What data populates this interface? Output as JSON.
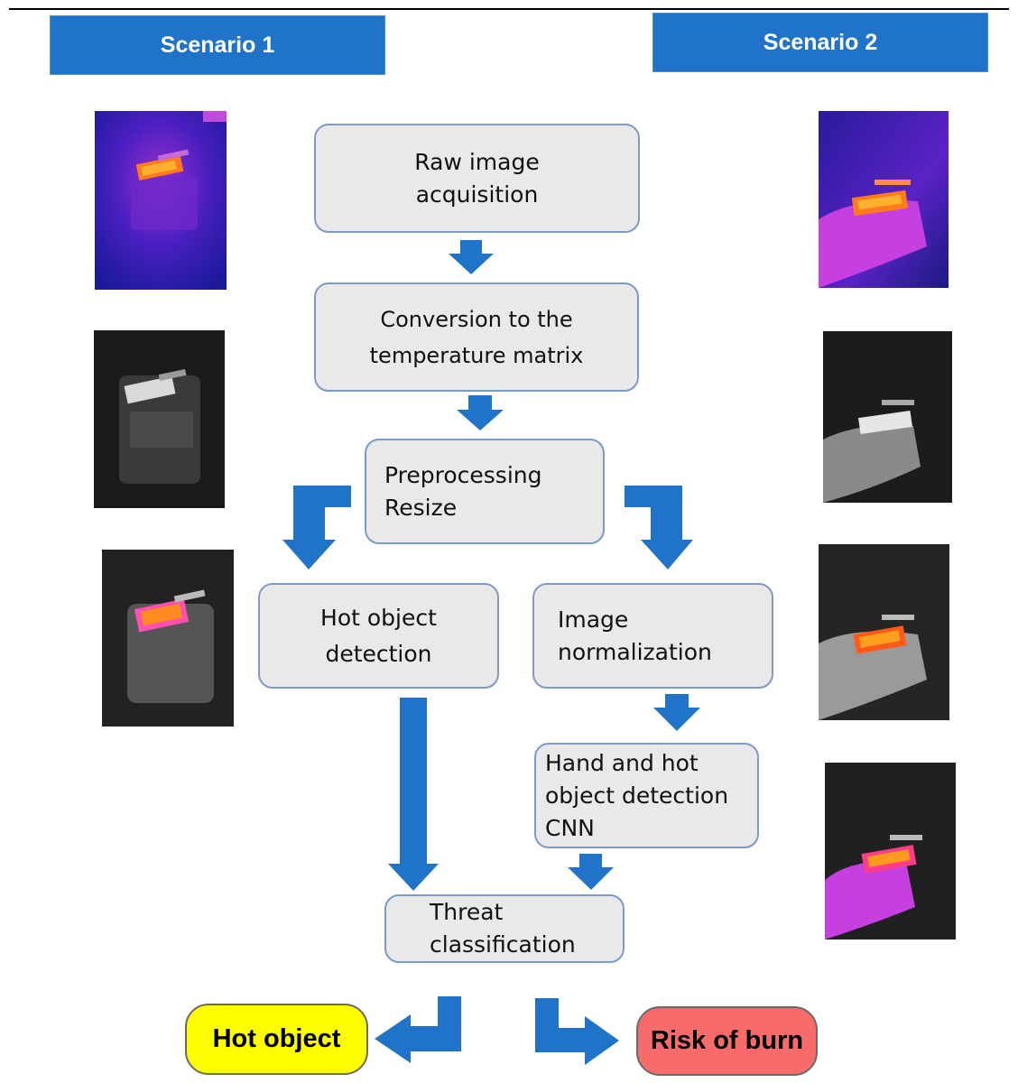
{
  "scenarios": {
    "left": "Scenario 1",
    "right": "Scenario 2"
  },
  "steps": {
    "raw": [
      "Raw image",
      "acquisition"
    ],
    "conversion": [
      "Conversion to the",
      "temperature matrix"
    ],
    "preprocessing": [
      "Preprocessing",
      "Resize"
    ],
    "hot_detection": [
      "Hot object",
      "detection"
    ],
    "normalization": [
      "Image",
      "normalization"
    ],
    "cnn": [
      "Hand and hot",
      "object detection",
      "CNN"
    ],
    "threat": [
      "Threat",
      "classification"
    ]
  },
  "results": {
    "hot": "Hot object",
    "burn": "Risk of burn"
  },
  "colors": {
    "banner": "#1f73c9",
    "arrow": "#1f73c9",
    "box": "#e9e9e9",
    "hot_fill": "#fdfd00",
    "burn_fill": "#f76b6b"
  },
  "thumbnails": {
    "scenario1": [
      "thermal-color-hot-plate",
      "grayscale-hot-plate",
      "grayscale-with-hot-region"
    ],
    "scenario2": [
      "thermal-color-hand-on-plate",
      "grayscale-hand-on-plate",
      "grayscale-hand-hot-region",
      "segmented-hand-hot-region"
    ]
  }
}
